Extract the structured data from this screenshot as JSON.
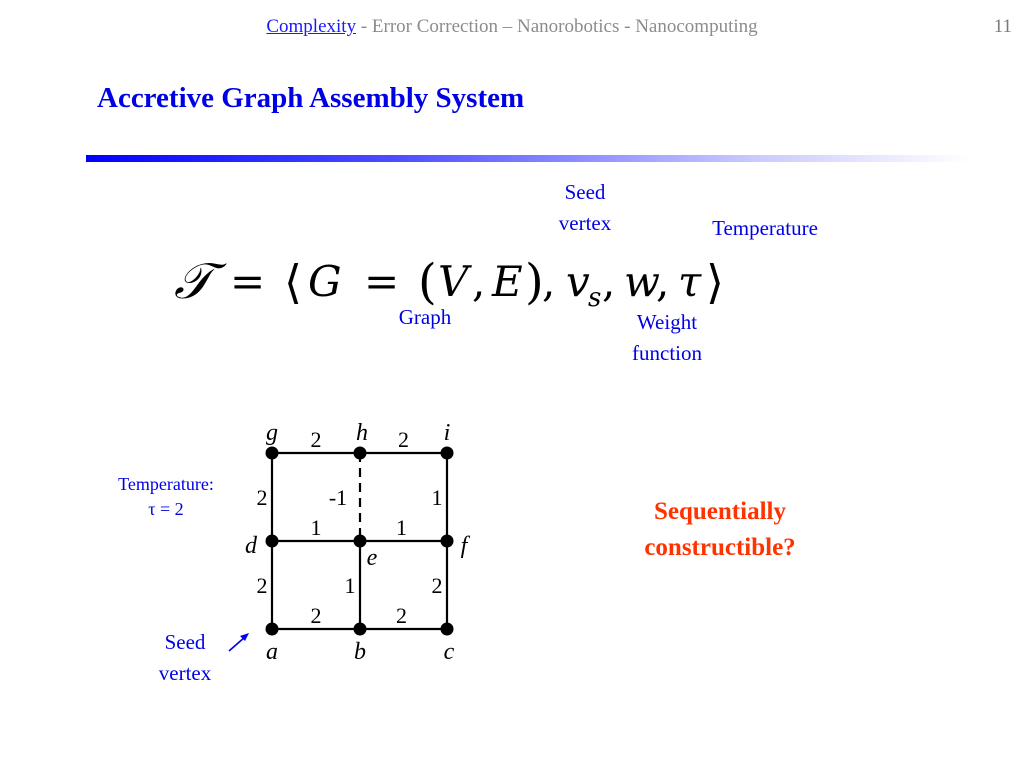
{
  "header": {
    "highlight": "Complexity",
    "rest": " - Error Correction – Nanorobotics - Nanocomputing",
    "page_number": "11"
  },
  "title": "Accretive Graph Assembly System",
  "annotations": {
    "seed_vertex_top": [
      "Seed",
      "vertex"
    ],
    "temperature": "Temperature",
    "graph": "Graph",
    "weight_function": [
      "Weight",
      "function"
    ],
    "temperature_side": [
      "Temperature:",
      "τ = 2"
    ],
    "seed_vertex_side": [
      "Seed",
      "vertex"
    ]
  },
  "question": [
    "Sequentially",
    "constructible?"
  ],
  "graph": {
    "vertices": [
      {
        "id": "g",
        "label": "g"
      },
      {
        "id": "h",
        "label": "h"
      },
      {
        "id": "i",
        "label": "i"
      },
      {
        "id": "d",
        "label": "d"
      },
      {
        "id": "e",
        "label": "e"
      },
      {
        "id": "f",
        "label": "f"
      },
      {
        "id": "a",
        "label": "a"
      },
      {
        "id": "b",
        "label": "b"
      },
      {
        "id": "c",
        "label": "c"
      }
    ],
    "edges": [
      {
        "from": "g",
        "to": "h",
        "weight": "2"
      },
      {
        "from": "h",
        "to": "i",
        "weight": "2"
      },
      {
        "from": "g",
        "to": "d",
        "weight": "2"
      },
      {
        "from": "h",
        "to": "e",
        "weight": "-1",
        "dashed": true
      },
      {
        "from": "i",
        "to": "f",
        "weight": "1"
      },
      {
        "from": "d",
        "to": "e",
        "weight": "1"
      },
      {
        "from": "e",
        "to": "f",
        "weight": "1"
      },
      {
        "from": "d",
        "to": "a",
        "weight": "2"
      },
      {
        "from": "e",
        "to": "b",
        "weight": "1"
      },
      {
        "from": "f",
        "to": "c",
        "weight": "2"
      },
      {
        "from": "a",
        "to": "b",
        "weight": "2"
      },
      {
        "from": "b",
        "to": "c",
        "weight": "2"
      }
    ]
  }
}
